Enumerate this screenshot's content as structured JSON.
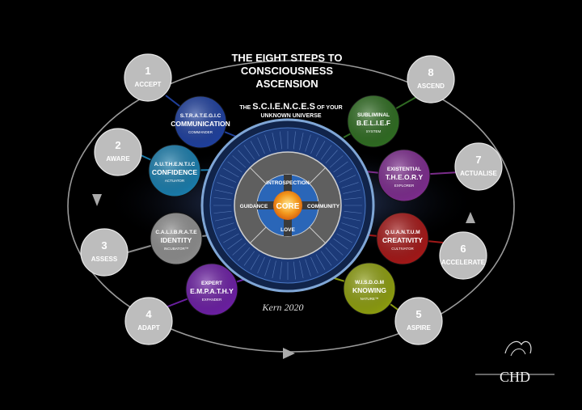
{
  "title": [
    "THE EIGHT STEPS TO",
    "CONSCIOUSNESS",
    "ASCENSION"
  ],
  "subtitle": {
    "pre": "THE ",
    "brand": "S.C.I.E.N.C.E.S",
    "post": " OF YOUR",
    "line2": "UNKNOWN UNIVERSE"
  },
  "steps": [
    {
      "num": "1",
      "label": "ACCEPT"
    },
    {
      "num": "2",
      "label": "AWARE"
    },
    {
      "num": "3",
      "label": "ASSESS"
    },
    {
      "num": "4",
      "label": "ADAPT"
    },
    {
      "num": "5",
      "label": "ASPIRE"
    },
    {
      "num": "6",
      "label": "ACCELERATE"
    },
    {
      "num": "7",
      "label": "ACTUALISE"
    },
    {
      "num": "8",
      "label": "ASCEND"
    }
  ],
  "sciences": [
    {
      "top": "S.T.R.A.T.E.G.I.C",
      "main": "COMMUNICATION",
      "sub": "COMMANDER",
      "color": "#1f3f9a"
    },
    {
      "top": "A.U.T.H.E.N.T.I.C",
      "main": "CONFIDENCE",
      "sub": "ACTUATOR",
      "color": "#1a7aa8"
    },
    {
      "top": "C.A.L.I.B.R.A.T.E",
      "main": "IDENTITY",
      "sub": "INCUBATOR™",
      "color": "#8a8a8a"
    },
    {
      "top": "EXPERT",
      "main": "E.M.P.A.T.H.Y",
      "sub": "EXPANDER",
      "color": "#6a1fa0"
    },
    {
      "top": "SUBLIMINAL",
      "main": "B.E.L.I.E.F",
      "sub": "SYSTEM",
      "color": "#2f6a22"
    },
    {
      "top": "EXISTENTIAL",
      "main": "T.H.E.O.R.Y",
      "sub": "EXPLORER",
      "color": "#7a2c8a"
    },
    {
      "top": "Q.U.A.N.T.U.M",
      "main": "CREATIVITY",
      "sub": "CULTIVATOR",
      "color": "#a01818"
    },
    {
      "top": "W.I.S.D.O.M",
      "main": "KNOWING",
      "sub": "NATURE™",
      "color": "#8a9a10"
    }
  ],
  "wheel": {
    "core": "CORE",
    "inner": {
      "top": "INTROSPECTION",
      "left": "GUIDANCE",
      "right": "COMMUNITY",
      "bottom": "LOVE"
    },
    "colors": {
      "accent_blue": "#2a66b8",
      "core_orange": "#f39a1e",
      "rim": "#7fa6d6"
    }
  },
  "signature": "Kern 2020",
  "logo": "CHD"
}
